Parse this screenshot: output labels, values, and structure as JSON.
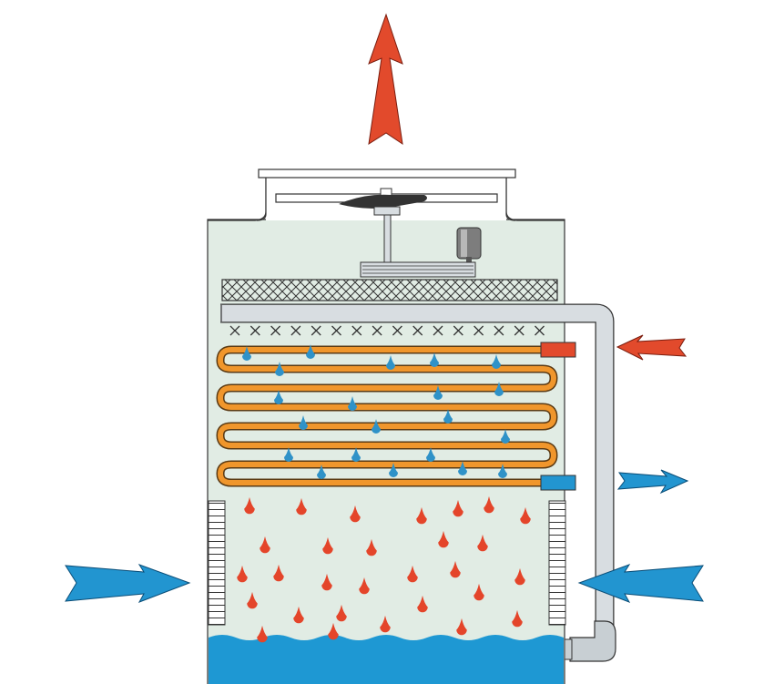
{
  "colors": {
    "hot_air": "#e24a2c",
    "cold_air": "#2295d0",
    "coil": "#f0962c",
    "coil_outline": "#5a3a14",
    "spray_water": "#2f92c8",
    "falling_water": "#e4452a",
    "basin_water": "#1e98d3",
    "tower_fill": "#e1ece4",
    "pipe": "#d8dde1",
    "hot_inlet_pipe": "#e24a2c",
    "cold_outlet_pipe": "#2295d0"
  },
  "icons": {
    "fan": "fan-icon",
    "motor": "motor-icon",
    "drift_eliminator": "mesh-panel",
    "spray_nozzles": "nozzle-x-marks",
    "louvers": "louver-panel"
  },
  "components": [
    "exhaust-air-arrow",
    "fan-stack",
    "fan-motor",
    "drift-eliminator",
    "spray-header",
    "spray-nozzles",
    "heat-exchange-coil",
    "hot-fluid-inlet",
    "cooled-fluid-outlet",
    "air-inlet-louvers",
    "water-basin",
    "recirculation-pipe",
    "intake-air-arrows"
  ]
}
